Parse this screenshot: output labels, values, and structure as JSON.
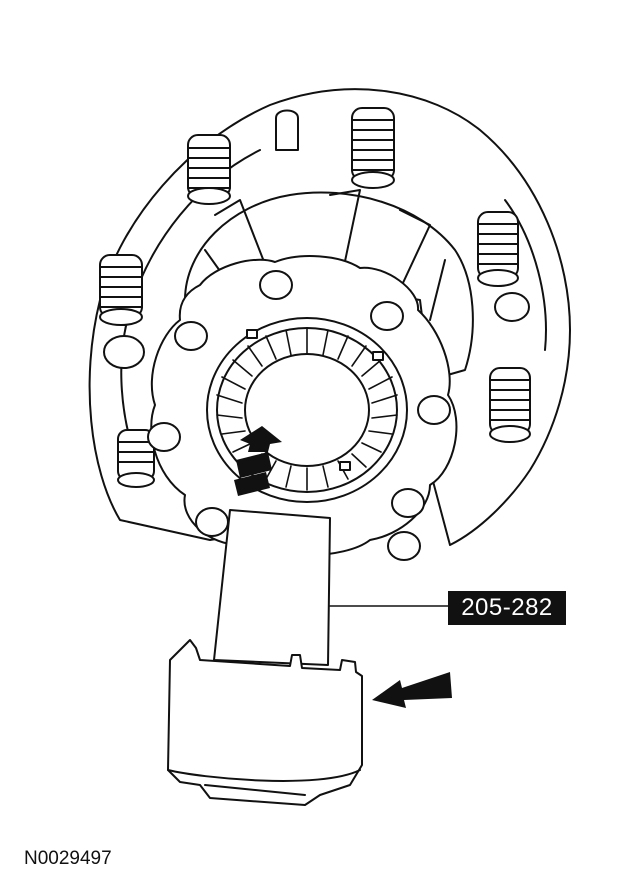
{
  "callout": {
    "tool_number": "205-282"
  },
  "figure": {
    "id": "N0029497"
  },
  "parts": {
    "hub_flange": "wheel-hub-flange",
    "wheel_studs": "wheel-stud",
    "bearing": "bearing-cage",
    "tool": "seal-installer-tool",
    "arrows": "direction-arrow"
  },
  "colors": {
    "line": "#111111",
    "fill": "#ffffff",
    "label_bg": "#111111",
    "label_text": "#ffffff"
  }
}
